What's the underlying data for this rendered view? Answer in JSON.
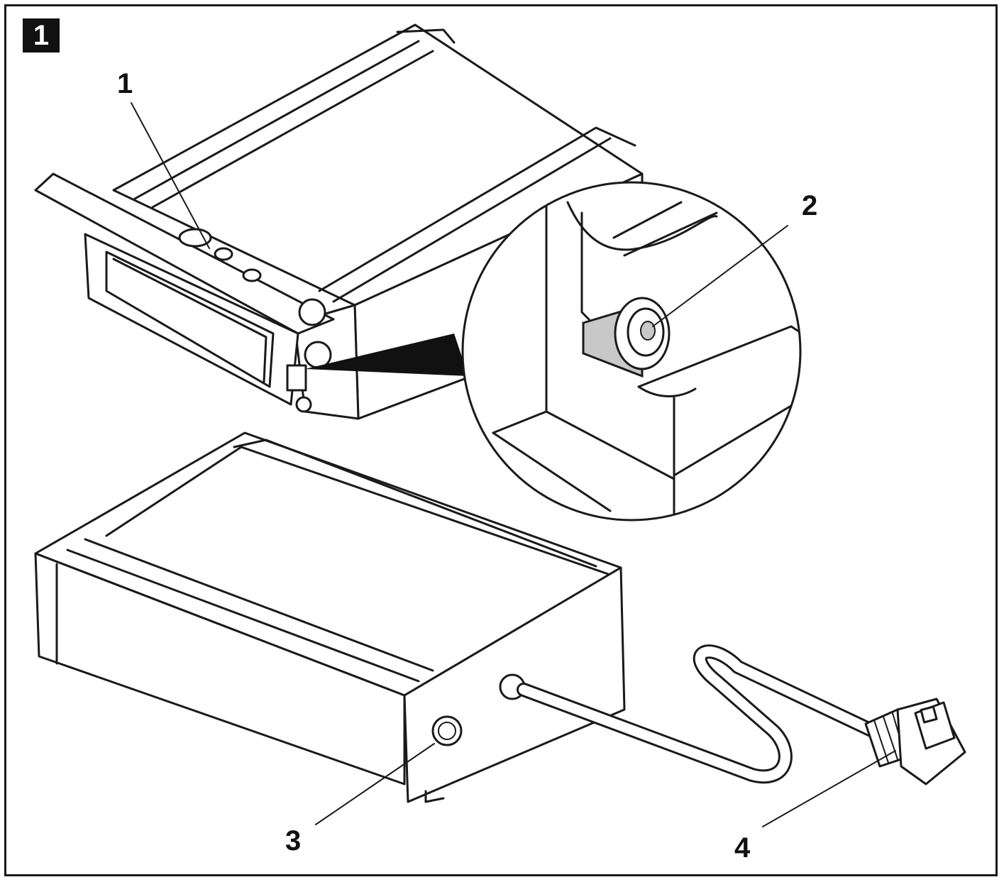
{
  "figure": {
    "number": "1"
  },
  "callouts": [
    {
      "label": "1",
      "part": "display-unit"
    },
    {
      "label": "2",
      "part": "socket-detail"
    },
    {
      "label": "3",
      "part": "housing-port"
    },
    {
      "label": "4",
      "part": "cable-connector"
    }
  ],
  "colors": {
    "line": "#1a1a1a",
    "background": "#ffffff",
    "socket_fill": "#c8c8c8",
    "badge": "#111111"
  }
}
